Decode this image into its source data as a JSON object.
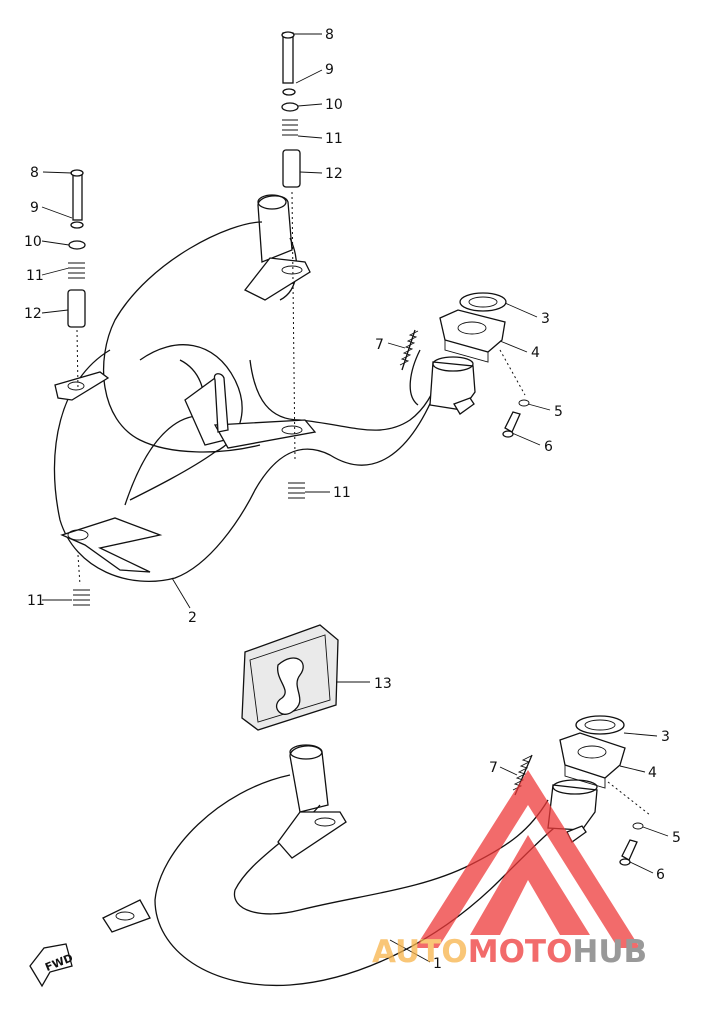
{
  "callouts": {
    "c1": "1",
    "c2": "2",
    "c3a": "3",
    "c3b": "3",
    "c4a": "4",
    "c4b": "4",
    "c5a": "5",
    "c5b": "5",
    "c6a": "6",
    "c6b": "6",
    "c7a": "7",
    "c7b": "7",
    "c8a": "8",
    "c8b": "8",
    "c9a": "9",
    "c9b": "9",
    "c10a": "10",
    "c10b": "10",
    "c11a": "11",
    "c11b": "11",
    "c11c": "11",
    "c11d": "11",
    "c12a": "12",
    "c12b": "12",
    "c13": "13"
  },
  "fwd_label": "FWD",
  "watermark": {
    "part1": "AUTO",
    "part2": "MOTO",
    "part3": "HUB",
    "colors": {
      "auto": "#f7b34a",
      "moto": "#ee3a3a",
      "hub": "#777777",
      "triangle": "#ee3a3a"
    }
  }
}
